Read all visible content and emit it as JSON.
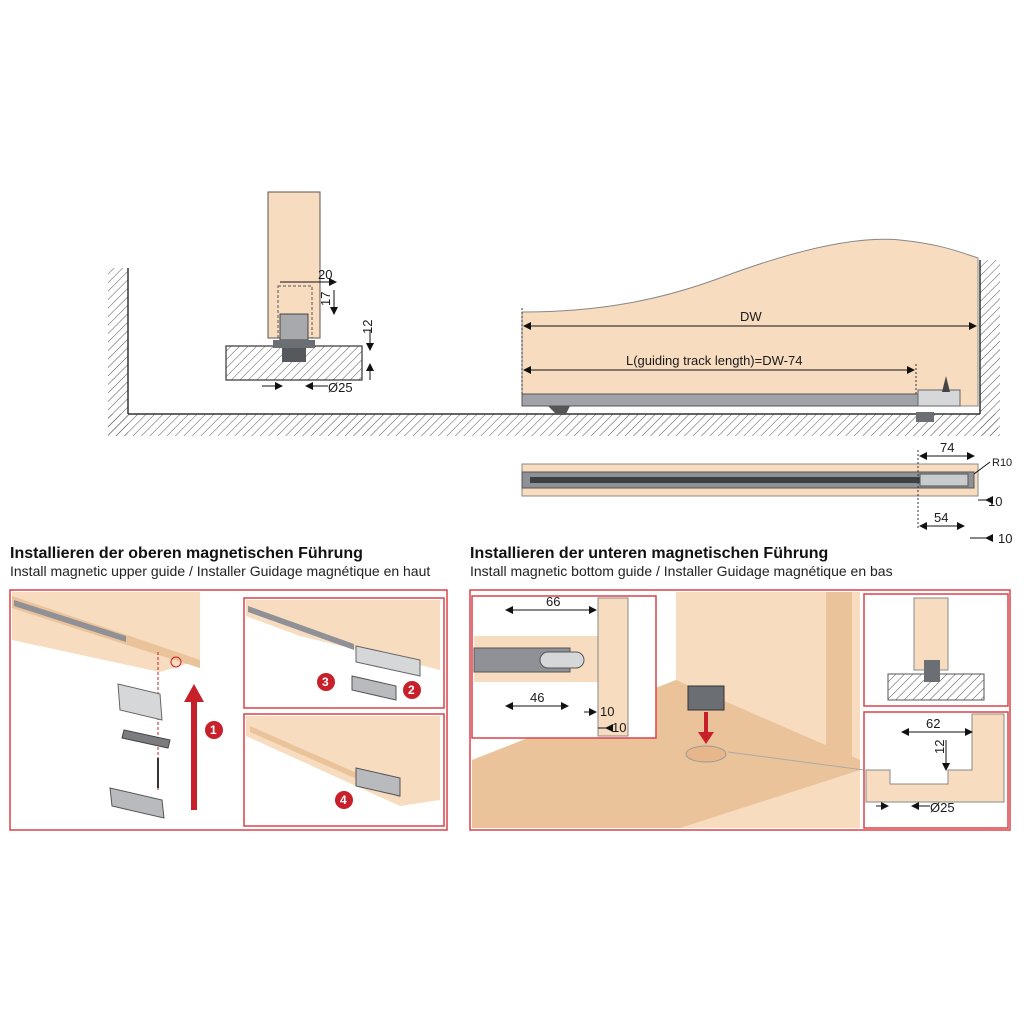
{
  "top_diagram": {
    "dim_20": "20",
    "dim_17": "17",
    "dim_12": "12",
    "dim_d25": "Ø25",
    "dim_dw": "DW",
    "dim_l": "L(guiding track length)=DW-74",
    "dim_74": "74",
    "dim_r10": "R10",
    "dim_10a": "10",
    "dim_54": "54",
    "dim_10b": "10"
  },
  "section_upper": {
    "title_de": "Installieren der oberen magnetischen Führung",
    "title_en": "Install magnetic upper guide / Installer Guidage magnétique en haut",
    "steps": [
      "1",
      "2",
      "3",
      "4"
    ]
  },
  "section_lower": {
    "title_de": "Installieren der unteren magnetischen Führung",
    "title_en": "Install magnetic bottom guide / Installer Guidage magnétique en bas",
    "dim_66": "66",
    "dim_46": "46",
    "dim_10a": "10",
    "dim_10b": "10",
    "dim_62": "62",
    "dim_12": "12",
    "dim_d25": "Ø25"
  },
  "colors": {
    "wood": "#f7dcc0",
    "wood_dark": "#eac39a",
    "accent_red": "#c8202b",
    "frame_red": "#d9444c",
    "metal": "#8f9196"
  }
}
